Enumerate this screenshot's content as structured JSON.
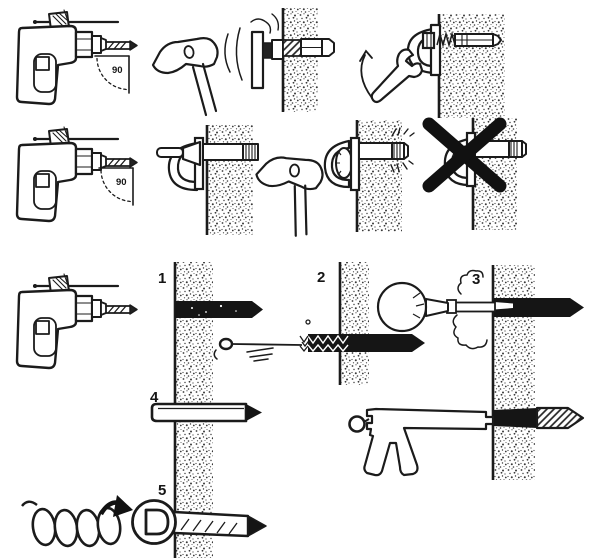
{
  "figure": {
    "background": "#ffffff",
    "ink": "#1b1b1b",
    "angle_labels": {
      "row1": "90",
      "row2": "90"
    },
    "step_numbers": {
      "s1": "1",
      "s2": "2",
      "s3": "3",
      "s4": "4",
      "s5": "5"
    }
  }
}
